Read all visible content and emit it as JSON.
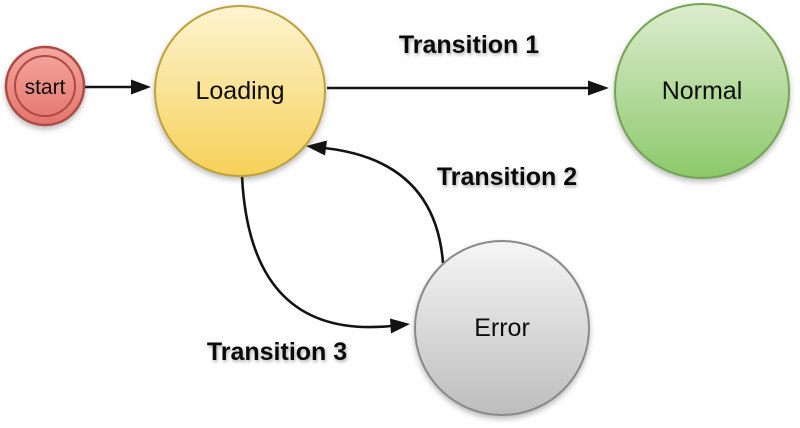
{
  "diagram_type": "state-machine-diagram",
  "nodes": {
    "start": {
      "label": "start",
      "fill_top": "#f4a89f",
      "fill_bottom": "#e3746c",
      "border": "#ad4a43"
    },
    "loading": {
      "label": "Loading",
      "fill_top": "#fdf4d0",
      "fill_bottom": "#f6d158",
      "border": "#c0a23c"
    },
    "normal": {
      "label": "Normal",
      "fill_top": "#dcecce",
      "fill_bottom": "#8cc96a",
      "border": "#75a454"
    },
    "error": {
      "label": "Error",
      "fill_top": "#f6f6f6",
      "fill_bottom": "#bdbdbd",
      "border": "#8a8a8a"
    }
  },
  "transitions": {
    "start_edge": {
      "label": "",
      "from": "start",
      "to": "Loading"
    },
    "t1": {
      "label": "Transition 1",
      "from": "Loading",
      "to": "Normal"
    },
    "t2": {
      "label": "Transition 2",
      "from": "Error",
      "to": "Loading"
    },
    "t3": {
      "label": "Transition 3",
      "from": "Loading",
      "to": "Error"
    }
  },
  "colors": {
    "arrow": "#131313",
    "background": "#ffffff"
  }
}
